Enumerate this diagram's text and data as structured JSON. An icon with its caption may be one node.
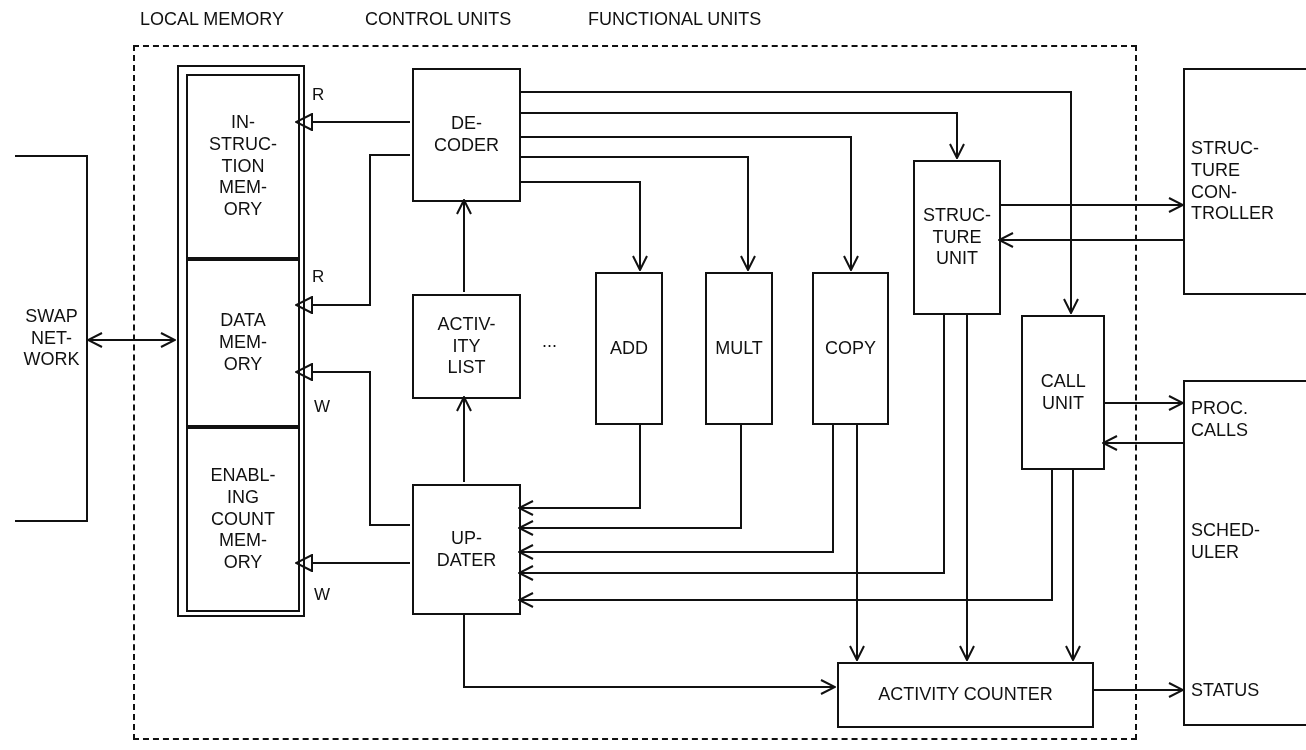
{
  "diagram": {
    "nodes": [
      {
        "text": [],
        "shape": "box"
      },
      {
        "text": [],
        "shape": "box",
        "in": 0
      },
      {
        "text": [
          "IN- STRUC- TION MEM- ORY"
        ],
        "in": 1
      },
      {
        "text": [
          "DATA MEM- ORY"
        ],
        "in": 1
      },
      {
        "text": [
          "ENABL- ING COUNT MEM- ORY"
        ],
        "in": 1
      },
      {
        "text": [
          "DE- CODER"
        ],
        "in": 0
      },
      {
        "text": [
          "ACTIV- ITY LIST"
        ],
        "in": 0
      },
      {
        "text": [
          "UP- DATER"
        ],
        "in": 0
      },
      {
        "text": [
          "ADD"
        ],
        "in": 0
      },
      {
        "text": [
          "MULT"
        ],
        "in": 0
      },
      {
        "text": [
          "COPY"
        ],
        "in": 0
      },
      {
        "text": [
          "STRUC- TURE UNIT"
        ],
        "in": 0
      },
      {
        "text": [
          "CALL UNIT"
        ],
        "in": 0
      },
      {
        "text": [
          "ACTIVITY COUNTER"
        ],
        "in": 0
      },
      {
        "text": [
          "SWAP NET- WORK"
        ]
      },
      {
        "text": [
          "STRUC- TURE CON- TROLLER"
        ]
      },
      {
        "text": [
          "PROC. CALLS",
          "SCHED- ULER",
          "STATUS"
        ]
      }
    ],
    "edges": [
      {
        "from": 14,
        "to": 1,
        "arrow": "both"
      },
      {
        "from": 5,
        "to": 2,
        "arrow": "to",
        "label": "R"
      },
      {
        "from": 5,
        "to": 3,
        "arrow": "to",
        "label": "R"
      },
      {
        "from": 7,
        "to": 3,
        "arrow": "to",
        "label": "W"
      },
      {
        "from": 7,
        "to": 4,
        "arrow": "to",
        "label": "W"
      },
      {
        "from": 6,
        "to": 5,
        "arrow": "to"
      },
      {
        "from": 7,
        "to": 6,
        "arrow": "to"
      },
      {
        "from": 5,
        "to": 8,
        "arrow": "to"
      },
      {
        "from": 5,
        "to": 9,
        "arrow": "to"
      },
      {
        "from": 5,
        "to": 10,
        "arrow": "to"
      },
      {
        "from": 5,
        "to": 11,
        "arrow": "to"
      },
      {
        "from": 5,
        "to": 12,
        "arrow": "to"
      },
      {
        "from": 8,
        "to": 7,
        "arrow": "to"
      },
      {
        "from": 9,
        "to": 7,
        "arrow": "to"
      },
      {
        "from": 10,
        "to": 7,
        "arrow": "to"
      },
      {
        "from": 11,
        "to": 7,
        "arrow": "to"
      },
      {
        "from": 12,
        "to": 7,
        "arrow": "to"
      },
      {
        "from": 10,
        "to": 13,
        "arrow": "to"
      },
      {
        "from": 11,
        "to": 13,
        "arrow": "to"
      },
      {
        "from": 12,
        "to": 13,
        "arrow": "to"
      },
      {
        "from": 7,
        "to": 13,
        "arrow": "to"
      },
      {
        "from": 11,
        "to": 15,
        "arrow": "to"
      },
      {
        "from": 15,
        "to": 11,
        "arrow": "to"
      },
      {
        "from": 12,
        "to": 16,
        "arrow": "to"
      },
      {
        "from": 16,
        "to": 12,
        "arrow": "to"
      },
      {
        "from": 13,
        "to": 16,
        "arrow": "to"
      }
    ],
    "labels": [
      "LOCAL MEMORY",
      "CONTROL UNITS",
      "FUNCTIONAL UNITS",
      "..."
    ]
  }
}
